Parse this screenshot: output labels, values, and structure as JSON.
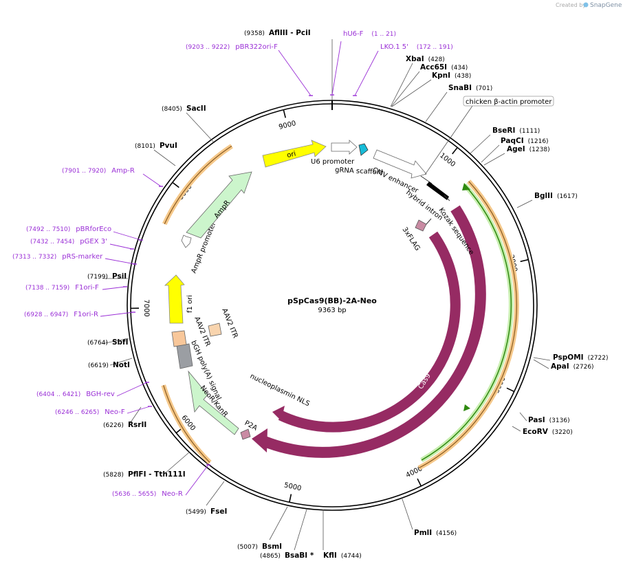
{
  "watermark": {
    "prefix": "Created by",
    "brand": "SnapGene"
  },
  "plasmid": {
    "name": "pSpCas9(BB)-2A-Neo",
    "size": "9363 bp"
  },
  "ticks": [
    "1000",
    "2000",
    "3000",
    "4000",
    "5000",
    "6000",
    "7000",
    "8000",
    "9000"
  ],
  "enzymes": [
    {
      "pos": "(9358)",
      "name": "AflIII",
      "extra": " - PciI"
    },
    {
      "pos": "(428)",
      "name": "XbaI"
    },
    {
      "pos": "(434)",
      "name": "Acc65I"
    },
    {
      "pos": "(438)",
      "name": "KpnI"
    },
    {
      "pos": "(701)",
      "name": "SnaBI"
    },
    {
      "pos": "(1111)",
      "name": "BseRI"
    },
    {
      "pos": "(1216)",
      "name": "PaqCI"
    },
    {
      "pos": "(1238)",
      "name": "AgeI"
    },
    {
      "pos": "(1617)",
      "name": "BglII"
    },
    {
      "pos": "(2722)",
      "name": "PspOMI"
    },
    {
      "pos": "(2726)",
      "name": "ApaI"
    },
    {
      "pos": "(3136)",
      "name": "PasI"
    },
    {
      "pos": "(3220)",
      "name": "EcoRV"
    },
    {
      "pos": "(4156)",
      "name": "PmlI"
    },
    {
      "pos": "(4744)",
      "name": "KflI"
    },
    {
      "pos": "(4865)",
      "name": "BsaBI",
      "extra": " *"
    },
    {
      "pos": "(5007)",
      "name": "BsmI"
    },
    {
      "pos": "(5499)",
      "name": "FseI"
    },
    {
      "pos": "(5828)",
      "name": "PflFI",
      "extra": " - Tth111I"
    },
    {
      "pos": "(6226)",
      "name": "RsrII"
    },
    {
      "pos": "(6619)",
      "name": "NotI"
    },
    {
      "pos": "(6764)",
      "name": "SbfI"
    },
    {
      "pos": "(7199)",
      "name": "PsiI"
    },
    {
      "pos": "(8101)",
      "name": "PvuI"
    },
    {
      "pos": "(8405)",
      "name": "SacII"
    }
  ],
  "primers": [
    {
      "name": "hU6-F",
      "range": "(1 .. 21)"
    },
    {
      "name": "LKO.1 5'",
      "range": "(172 .. 191)"
    },
    {
      "name": "pBR322ori-F",
      "range": "(9203 .. 9222)"
    },
    {
      "name": "Amp-R",
      "range": "(7901 .. 7920)"
    },
    {
      "name": "pBRforEco",
      "range": "(7492 .. 7510)"
    },
    {
      "name": "pGEX 3'",
      "range": "(7432 .. 7454)"
    },
    {
      "name": "pRS-marker",
      "range": "(7313 .. 7332)"
    },
    {
      "name": "F1ori-F",
      "range": "(7138 .. 7159)"
    },
    {
      "name": "F1ori-R",
      "range": "(6928 .. 6947)"
    },
    {
      "name": "BGH-rev",
      "range": "(6404 .. 6421)"
    },
    {
      "name": "Neo-F",
      "range": "(6246 .. 6265)"
    },
    {
      "name": "Neo-R",
      "range": "(5636 .. 5655)"
    }
  ],
  "features": {
    "chicken_actin_promoter": "chicken β-actin promoter",
    "ori": "ori",
    "u6_promoter": "U6 promoter",
    "grna_scaffold": "gRNA scaffold",
    "cmv_enhancer": "CMV enhancer",
    "hybrid_intron": "hybrid intron",
    "kozak": "Kozak sequence",
    "flag": "3xFLAG",
    "cas9_inner": "Cas9",
    "cas9_outer": "Cas9",
    "nls": "nucleoplasmin NLS",
    "p2a": "P2A",
    "neo": "NeoR/KanR",
    "bgh": "bGH poly(A) signal",
    "aav_itr_1": "AAV2 ITR",
    "aav_itr_2": "AAV2 ITR",
    "f1_ori": "f1 ori",
    "ampr_promoter": "AmpR promoter",
    "ampr": "AmpR"
  },
  "colors": {
    "cas9": "#962b63",
    "ori": "#ffff00",
    "ampr": "#ccf5cc",
    "orange_band": "#f5c88a",
    "green_band": "#8ed36c",
    "u6": "#18bcd8",
    "itr": "#f8d4ae",
    "bgh": "#9b9ea3",
    "primer": "#9a2fd6"
  }
}
